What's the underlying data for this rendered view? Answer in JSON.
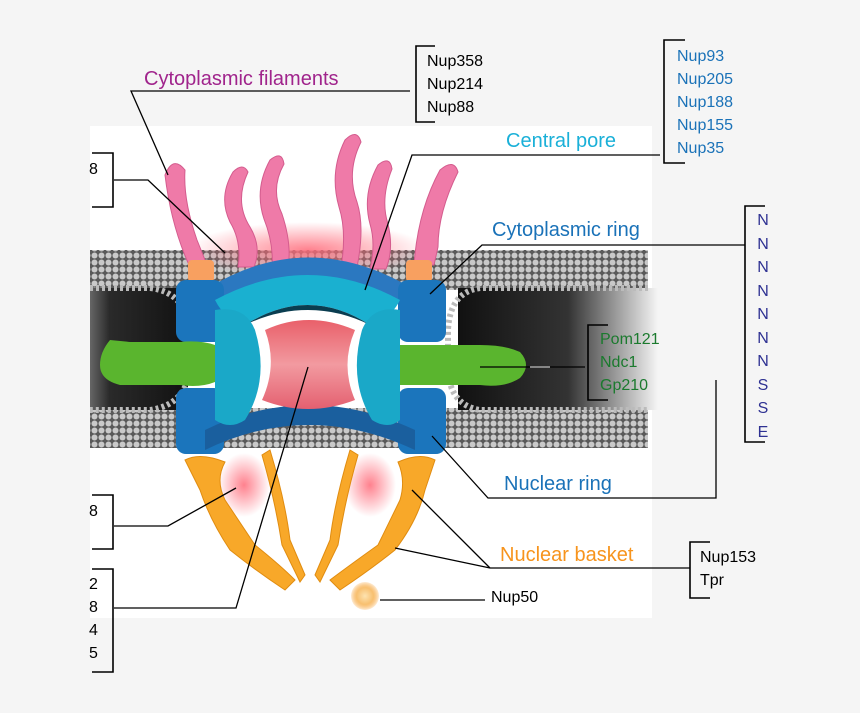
{
  "labels": {
    "cytoplasmic_filaments": "Cytoplasmic filaments",
    "central_pore": "Central pore",
    "cytoplasmic_ring": "Cytoplasmic ring",
    "nuclear_ring": "Nuclear ring",
    "nuclear_basket": "Nuclear basket",
    "nup50": "Nup50"
  },
  "lists": {
    "filament_nups": [
      "Nup358",
      "Nup214",
      "Nup88"
    ],
    "central_pore_nups": [
      "Nup93",
      "Nup205",
      "Nup188",
      "Nup155",
      "Nup35"
    ],
    "ring_nups_truncated": [
      "N",
      "N",
      "N",
      "N",
      "N",
      "N",
      "N",
      "S",
      "S",
      "E"
    ],
    "transmembrane_nups": [
      "Pom121",
      "Ndc1",
      "Gp210"
    ],
    "basket_nups": [
      "Nup153",
      "Tpr"
    ],
    "left_top_truncated": [
      "8"
    ],
    "left_middle_truncated": [
      "8"
    ],
    "left_bottom_truncated": [
      "2",
      "8",
      "4",
      "5"
    ]
  },
  "colors": {
    "filaments": "#a0248c",
    "central_pore": "#1ab0d8",
    "ring": "#1a72b8",
    "basket": "#f7941d",
    "membrane_nups": "#1b7a2e",
    "ring_list": "#2e3192",
    "text": "#000000"
  }
}
